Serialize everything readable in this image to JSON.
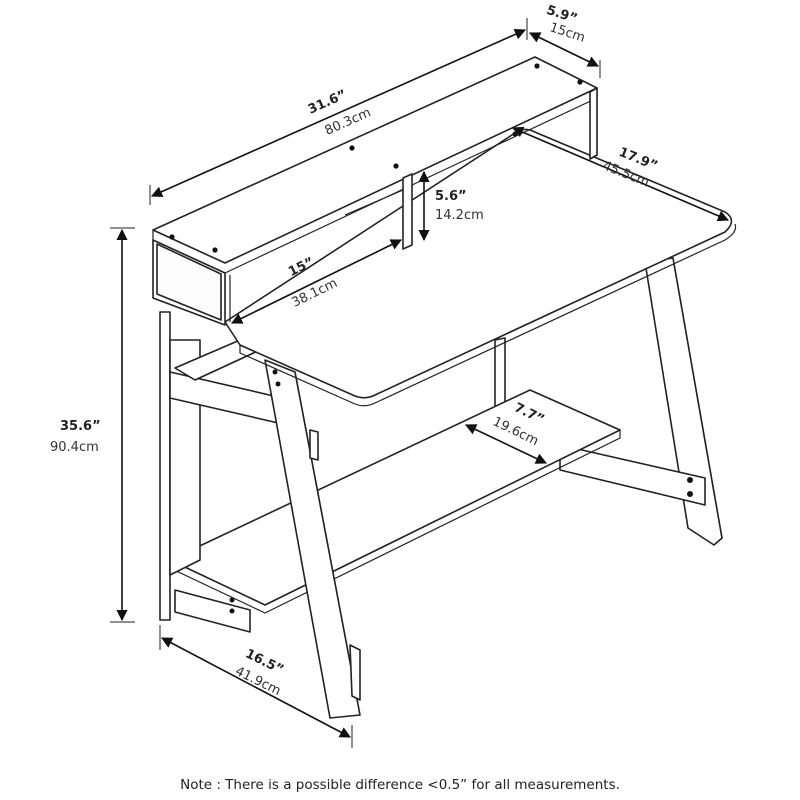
{
  "dimensions": {
    "width": {
      "imperial": "31.6”",
      "metric": "80.3cm"
    },
    "hutch_depth": {
      "imperial": "5.9”",
      "metric": "15cm"
    },
    "desk_depth": {
      "imperial": "17.9”",
      "metric": "45.5cm"
    },
    "hutch_height": {
      "imperial": "5.6”",
      "metric": "14.2cm"
    },
    "shelf_width": {
      "imperial": "15”",
      "metric": "38.1cm"
    },
    "height": {
      "imperial": "35.6”",
      "metric": "90.4cm"
    },
    "shelf_depth": {
      "imperial": "7.7”",
      "metric": "19.6cm"
    },
    "leg_depth": {
      "imperial": "16.5”",
      "metric": "41.9cm"
    }
  },
  "note": "Note : There is a possible difference <0.5” for all measurements."
}
